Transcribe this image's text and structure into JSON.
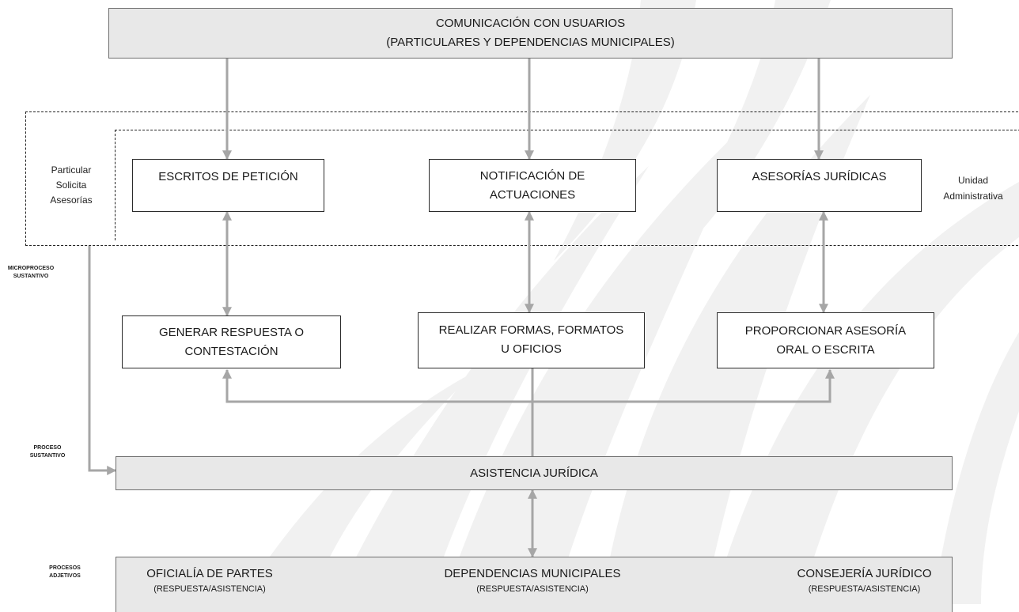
{
  "top_box": {
    "line1": "COMUNICACIÓN CON USUARIOS",
    "line2": "(PARTICULARES Y DEPENDENCIAS MUNICIPALES)"
  },
  "left_label": {
    "line1": "Particular",
    "line2": "Solicita",
    "line3": "Asesorías"
  },
  "right_label": {
    "line1": "Unidad",
    "line2": "Administrativa"
  },
  "row1": [
    {
      "line1": "ESCRITOS DE PETICIÓN",
      "line2": ""
    },
    {
      "line1": "NOTIFICACIÓN DE",
      "line2": "ACTUACIONES"
    },
    {
      "line1": "ASESORÍAS JURÍDICAS",
      "line2": ""
    }
  ],
  "row2": [
    {
      "line1": "GENERAR RESPUESTA O",
      "line2": "CONTESTACIÓN"
    },
    {
      "line1": "REALIZAR FORMAS, FORMATOS",
      "line2": "U OFICIOS"
    },
    {
      "line1": "PROPORCIONAR ASESORÍA",
      "line2": "ORAL O ESCRITA"
    }
  ],
  "side_labels": {
    "micro": {
      "line1": "MICROPROCESO",
      "line2": "SUSTANTIVO"
    },
    "proceso": {
      "line1": "PROCESO",
      "line2": "SUSTANTIVO"
    },
    "adjetivos": {
      "line1": "PROCESOS",
      "line2": "ADJETIVOS"
    }
  },
  "main_box": "ASISTENCIA JURÍDICA",
  "bottom": [
    {
      "title": "OFICIALÍA DE PARTES",
      "sub": "(RESPUESTA/ASISTENCIA)"
    },
    {
      "title": "DEPENDENCIAS MUNICIPALES",
      "sub": "(RESPUESTA/ASISTENCIA)"
    },
    {
      "title": "CONSEJERÍA JURÍDICO",
      "sub": "(RESPUESTA/ASISTENCIA)"
    }
  ],
  "colors": {
    "arrow": "#a6a6a6",
    "box_fill": "#e8e8e8",
    "watermark": "#f1f1f1"
  }
}
